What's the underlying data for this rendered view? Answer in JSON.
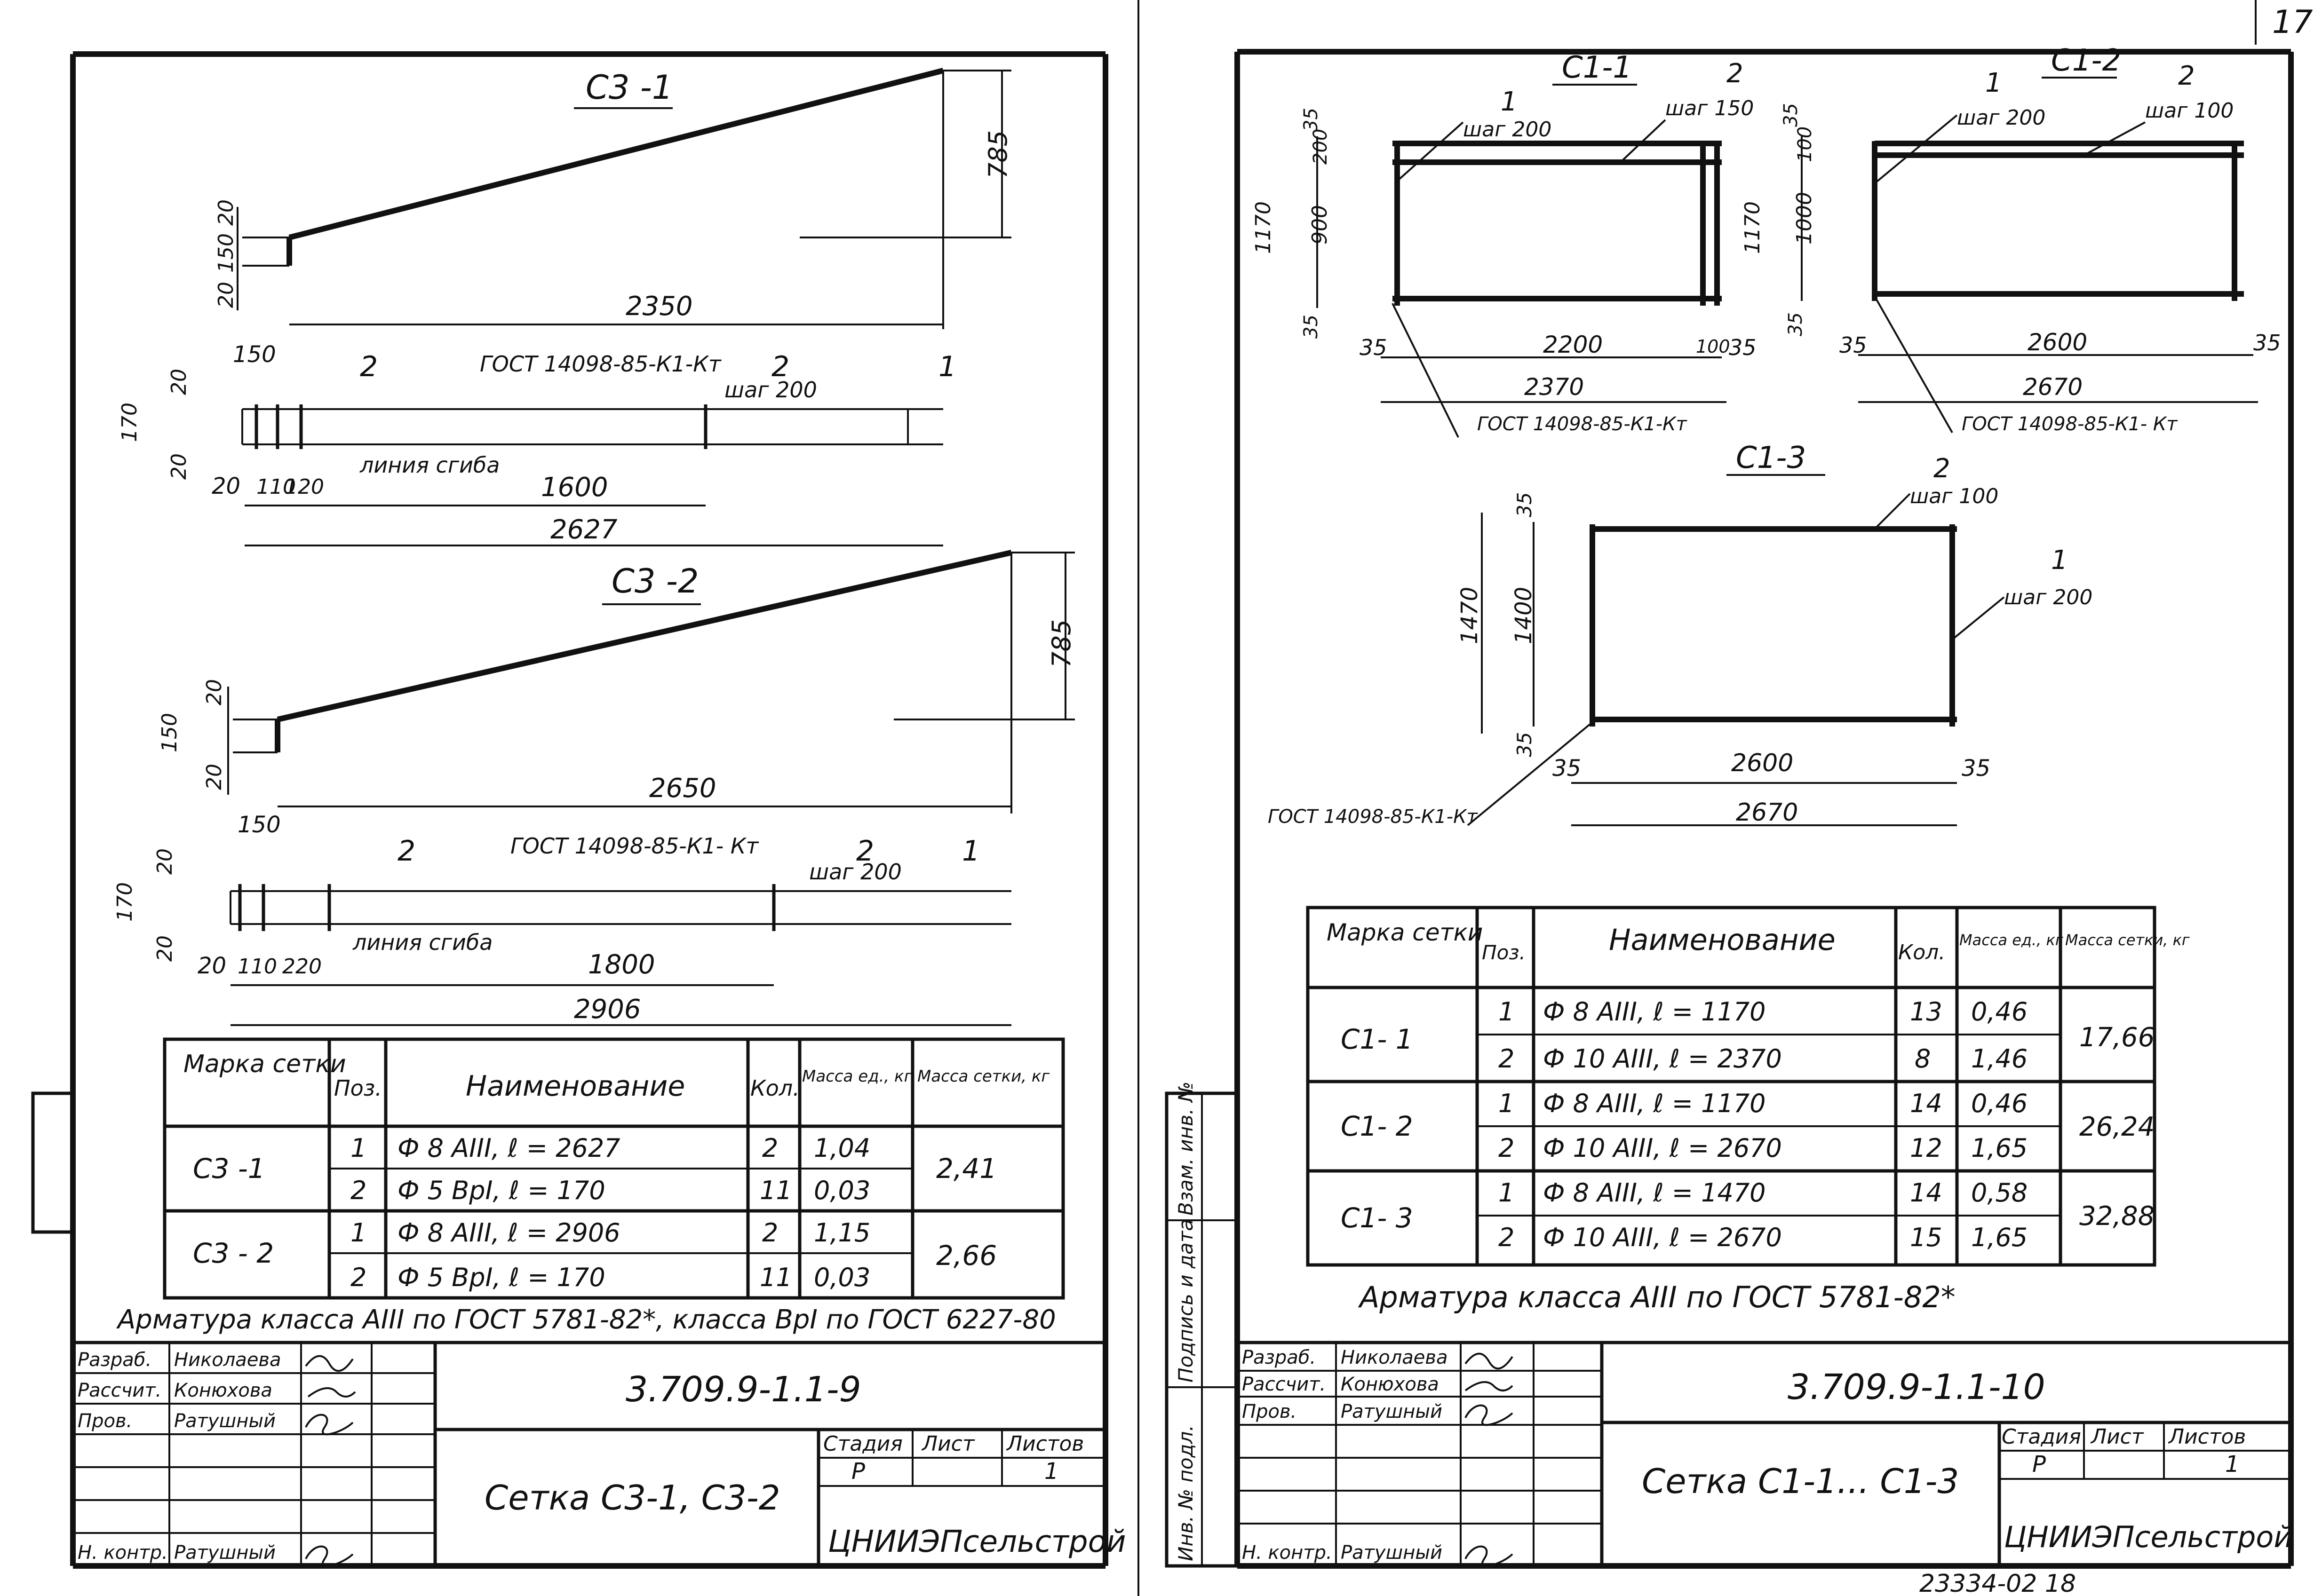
{
  "corner_number": "17",
  "archive_number": "23334-02  18",
  "left_sheet": {
    "views": {
      "s3_1_title": "С3 -1",
      "s3_1": {
        "dim_rise": "785",
        "dim_left_a": "20",
        "dim_left_b": "150",
        "dim_left_c": "20",
        "dim_length": "2350",
        "dim_150": "150",
        "dim_width_a": "20",
        "dim_width": "170",
        "dim_width_b": "20",
        "dim_20": "20",
        "dim_110": "110",
        "dim_120": "120",
        "dim_1600": "1600",
        "dim_total": "2627",
        "pos2_left": "2",
        "pos2_right": "2",
        "pos1": "1",
        "step": "шаг 200",
        "gost": "ГОСТ 14098-85-К1-Кт",
        "bend_line": "линия сгиба"
      },
      "s3_2_title": "С3 -2",
      "s3_2": {
        "dim_rise": "785",
        "dim_left_a": "20",
        "dim_left_b": "150",
        "dim_left_c": "20",
        "dim_length": "2650",
        "dim_150": "150",
        "dim_width_a": "20",
        "dim_width": "170",
        "dim_width_b": "20",
        "dim_20": "20",
        "dim_110": "110",
        "dim_220": "220",
        "dim_1800": "1800",
        "dim_total": "2906",
        "pos2_left": "2",
        "pos2_right": "2",
        "pos1": "1",
        "step": "шаг 200",
        "gost": "ГОСТ 14098-85-К1- Кт",
        "bend_line": "линия сгиба"
      }
    },
    "spec": {
      "headers": [
        "Марка сетки",
        "Поз.",
        "Наименование",
        "Кол.",
        "Масса ед., кг",
        "Масса сетки, кг"
      ],
      "groups": [
        {
          "mark": "С3 -1",
          "mass": "2,41",
          "rows": [
            {
              "pos": "1",
              "name": "Ф 8 АIII,  ℓ = 2627",
              "qty": "2",
              "unit_mass": "1,04"
            },
            {
              "pos": "2",
              "name": "Ф 5 ВрI, ℓ = 170",
              "qty": "11",
              "unit_mass": "0,03"
            }
          ]
        },
        {
          "mark": "С3 - 2",
          "mass": "2,66",
          "rows": [
            {
              "pos": "1",
              "name": "Ф 8 АIII,  ℓ = 2906",
              "qty": "2",
              "unit_mass": "1,15"
            },
            {
              "pos": "2",
              "name": "Ф 5 ВрI, ℓ = 170",
              "qty": "11",
              "unit_mass": "0,03"
            }
          ]
        }
      ],
      "note": "Арматура класса АIII по ГОСТ 5781-82*, класса ВрI по ГОСТ 6227-80"
    },
    "title_block": {
      "designation": "3.709.9-1.1-9",
      "sheet_name": "Сетка С3-1, С3-2",
      "org": "ЦНИИЭПсельстрой",
      "stage_label": "Стадия",
      "sheet_label": "Лист",
      "sheets_label": "Листов",
      "stage": "Р",
      "sheets": "1",
      "roles": [
        {
          "role": "Разраб.",
          "name": "Николаева"
        },
        {
          "role": "Рассчит.",
          "name": "Конюхова"
        },
        {
          "role": "Пров.",
          "name": "Ратушный"
        },
        {
          "role": "",
          "name": ""
        },
        {
          "role": "",
          "name": ""
        },
        {
          "role": "",
          "name": ""
        },
        {
          "role": "Н. контр.",
          "name": "Ратушный"
        }
      ]
    }
  },
  "right_sheet": {
    "views": {
      "c1_1": {
        "title": "С1-1",
        "pos1": "1",
        "pos2": "2",
        "step1": "шаг 200",
        "step2": "шаг 150",
        "dim_35_top": "35",
        "dim_200": "200",
        "dim_900": "900",
        "dim_1170": "1170",
        "dim_35_bot": "35",
        "dim_35_left": "35",
        "dim_2200": "2200",
        "dim_100": "100",
        "dim_35_right": "35",
        "dim_total": "2370",
        "gost": "ГОСТ 14098-85-К1-Кт"
      },
      "c1_2": {
        "title": "С1-2",
        "pos1": "1",
        "pos2": "2",
        "step1": "шаг 200",
        "step2": "шаг 100",
        "dim_35_top": "35",
        "dim_100": "100",
        "dim_1000": "1000",
        "dim_1170": "1170",
        "dim_35_bot": "35",
        "dim_35_left": "35",
        "dim_2600": "2600",
        "dim_35_right": "35",
        "dim_total": "2670",
        "gost": "ГОСТ 14098-85-К1- Кт"
      },
      "c1_3": {
        "title": "С1-3",
        "pos1": "1",
        "pos2": "2",
        "step1": "шаг 200",
        "step2": "шаг 100",
        "dim_35_top": "35",
        "dim_1400": "1400",
        "dim_1470": "1470",
        "dim_35_bot": "35",
        "dim_35_left": "35",
        "dim_2600": "2600",
        "dim_35_right": "35",
        "dim_total": "2670",
        "gost": "ГОСТ 14098-85-К1-Кт"
      }
    },
    "spec": {
      "headers": [
        "Марка сетки",
        "Поз.",
        "Наименование",
        "Кол.",
        "Масса ед., кг",
        "Масса сетки, кг"
      ],
      "groups": [
        {
          "mark": "С1- 1",
          "mass": "17,66",
          "rows": [
            {
              "pos": "1",
              "name": "Ф 8 АIII,  ℓ = 1170",
              "qty": "13",
              "unit_mass": "0,46"
            },
            {
              "pos": "2",
              "name": "Ф 10 АIII, ℓ = 2370",
              "qty": "8",
              "unit_mass": "1,46"
            }
          ]
        },
        {
          "mark": "С1- 2",
          "mass": "26,24",
          "rows": [
            {
              "pos": "1",
              "name": "Ф 8 АIII,  ℓ = 1170",
              "qty": "14",
              "unit_mass": "0,46"
            },
            {
              "pos": "2",
              "name": "Ф 10 АIII, ℓ = 2670",
              "qty": "12",
              "unit_mass": "1,65"
            }
          ]
        },
        {
          "mark": "С1- 3",
          "mass": "32,88",
          "rows": [
            {
              "pos": "1",
              "name": "Ф 8 АIII,  ℓ = 1470",
              "qty": "14",
              "unit_mass": "0,58"
            },
            {
              "pos": "2",
              "name": "Ф 10 АIII, ℓ = 2670",
              "qty": "15",
              "unit_mass": "1,65"
            }
          ]
        }
      ],
      "note": "Арматура класса АIII по ГОСТ 5781-82*"
    },
    "title_block": {
      "designation": "3.709.9-1.1-10",
      "sheet_name": "Сетка С1-1... С1-3",
      "org": "ЦНИИЭПсельстрой",
      "stage_label": "Стадия",
      "sheet_label": "Лист",
      "sheets_label": "Листов",
      "stage": "Р",
      "sheets": "1",
      "roles": [
        {
          "role": "Разраб.",
          "name": "Николаева"
        },
        {
          "role": "Рассчит.",
          "name": "Конюхова"
        },
        {
          "role": "Пров.",
          "name": "Ратушный"
        },
        {
          "role": "",
          "name": ""
        },
        {
          "role": "",
          "name": ""
        },
        {
          "role": "",
          "name": ""
        },
        {
          "role": "Н. контр.",
          "name": "Ратушный"
        }
      ]
    },
    "side_labels": [
      "Взам. инв. №",
      "Подпись и дата",
      "Инв. № подл."
    ]
  }
}
